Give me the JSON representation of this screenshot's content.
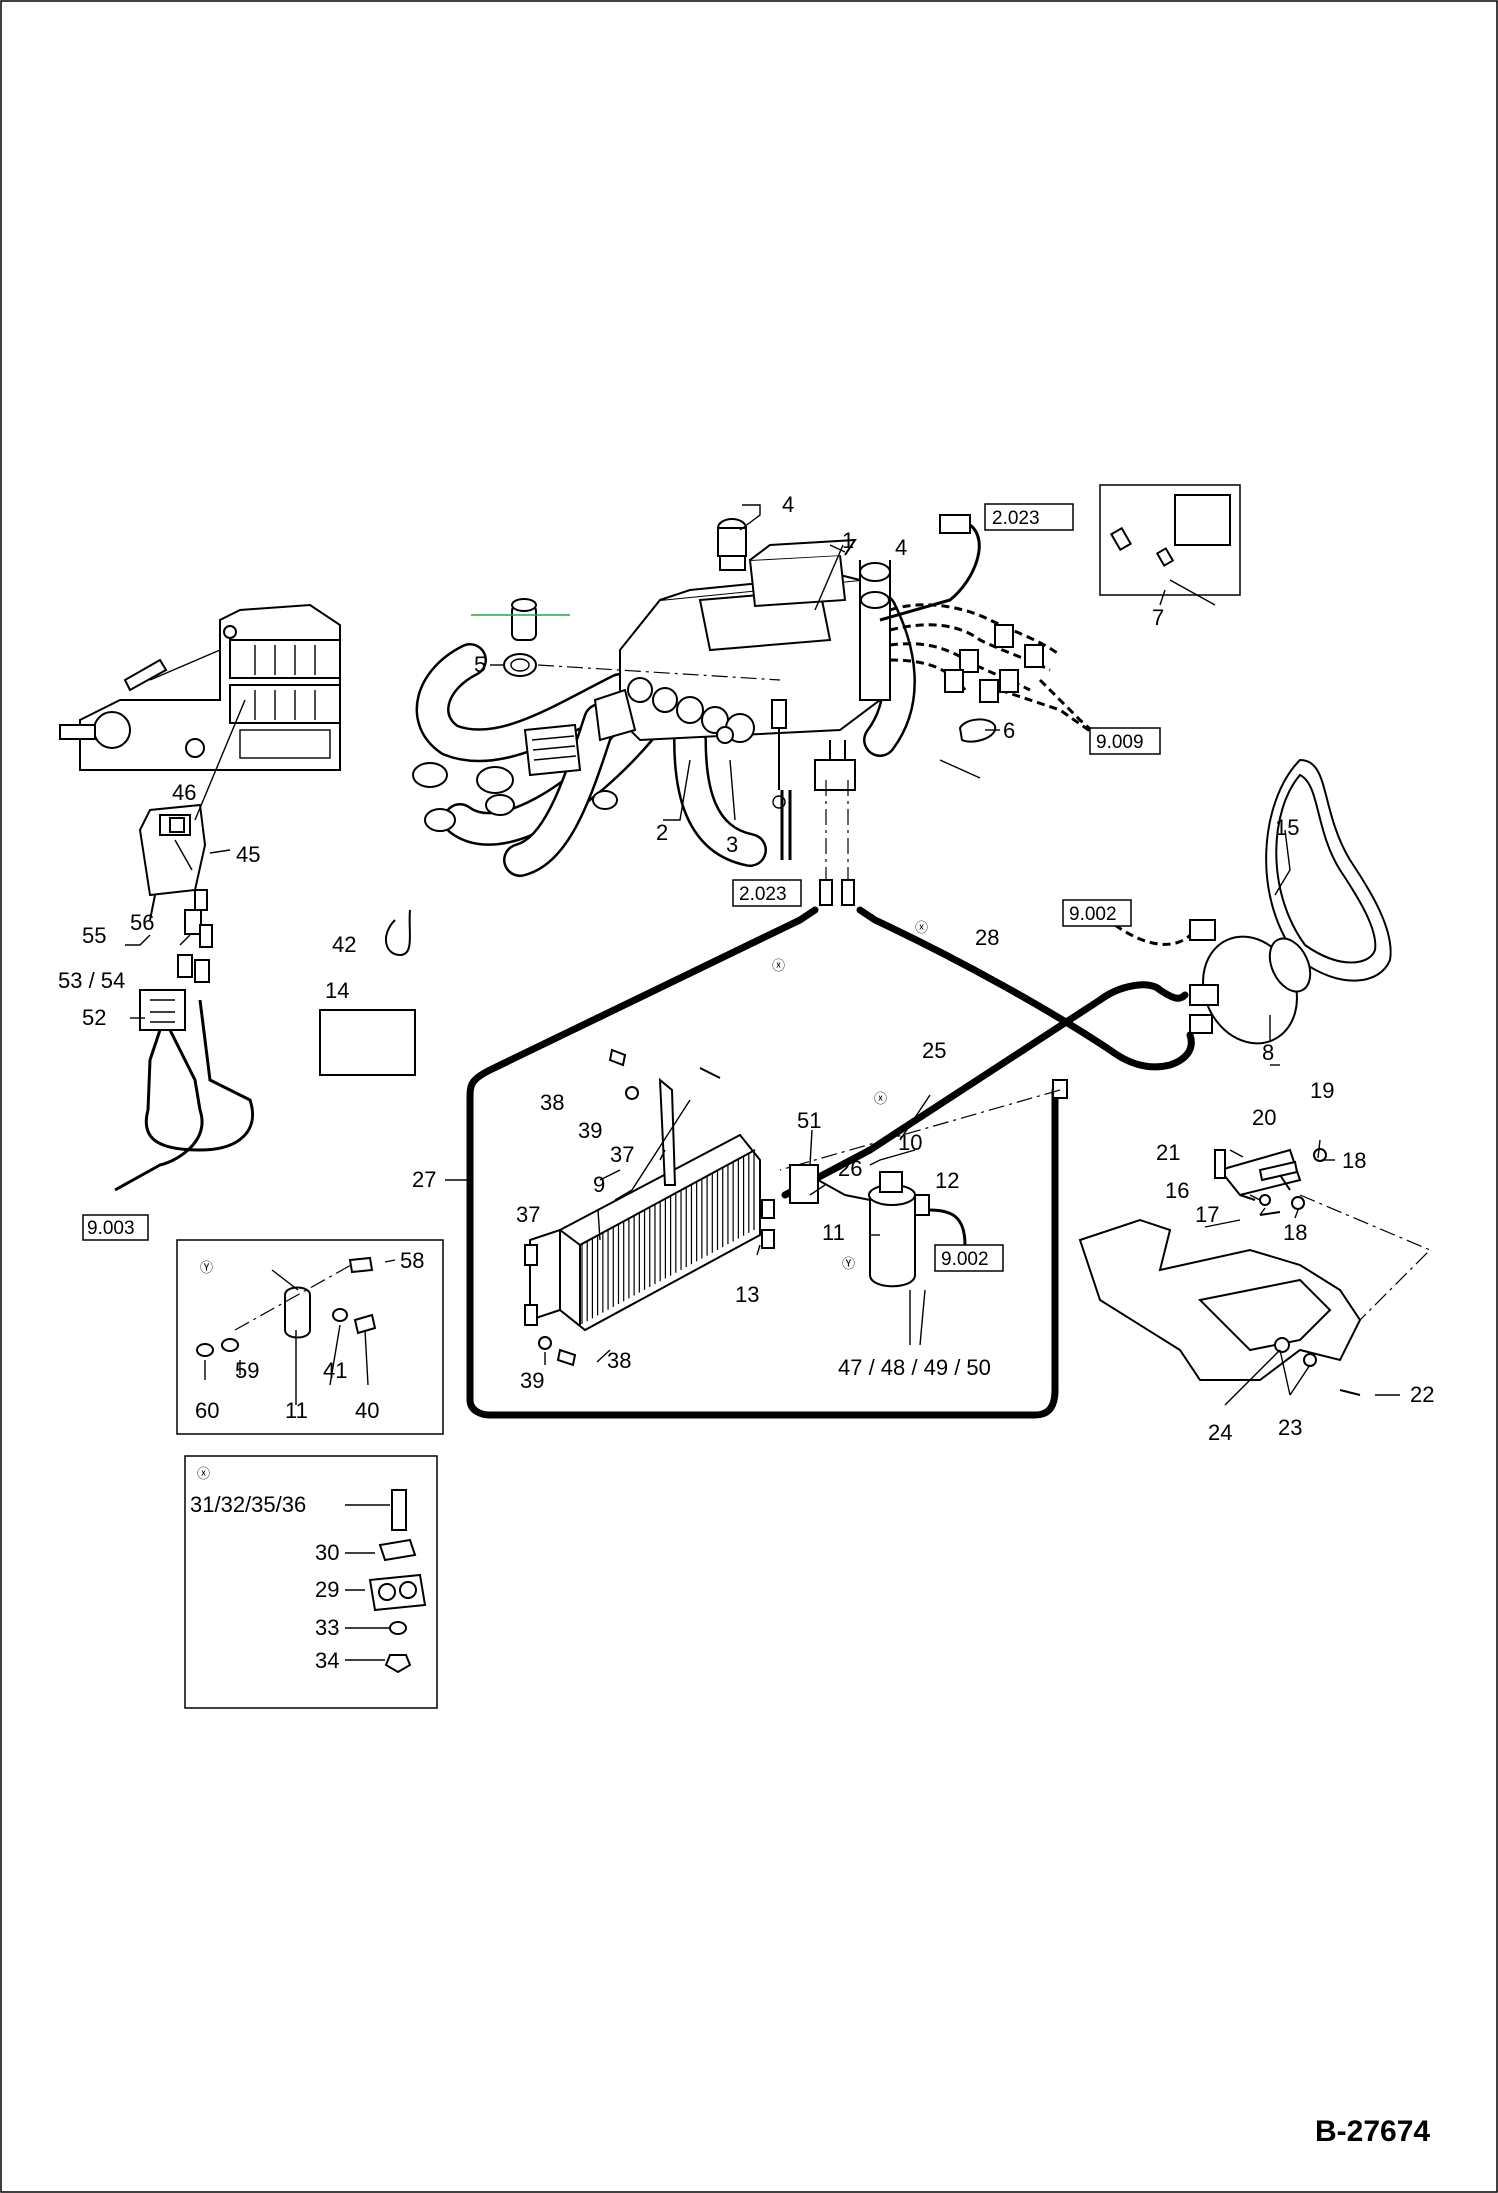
{
  "document_id": "B-27674",
  "part_labels": {
    "p1": "1",
    "p2": "2",
    "p3": "3",
    "p4a": "4",
    "p4b": "4",
    "p5": "5",
    "p6": "6",
    "p7": "7",
    "p8": "8",
    "p9": "9",
    "p10": "10",
    "p11a": "11",
    "p11b": "11",
    "p12": "12",
    "p13": "13",
    "p14": "14",
    "p15": "15",
    "p16": "16",
    "p17": "17",
    "p18a": "18",
    "p18b": "18",
    "p19": "19",
    "p20": "20",
    "p21": "21",
    "p22": "22",
    "p23": "23",
    "p24": "24",
    "p25": "25",
    "p26": "26",
    "p27": "27",
    "p28": "28",
    "p29": "29",
    "p30": "30",
    "p31_36": "31/32/35/36",
    "p33": "33",
    "p34": "34",
    "p37a": "37",
    "p37b": "37",
    "p38a": "38",
    "p38b": "38",
    "p39a": "39",
    "p39b": "39",
    "p40": "40",
    "p41": "41",
    "p42": "42",
    "p45": "45",
    "p46": "46",
    "p47_50": "47 / 48 / 49 / 50",
    "p51": "51",
    "p52": "52",
    "p53_54": "53 / 54",
    "p55": "55",
    "p56": "56",
    "p58": "58",
    "p59": "59",
    "p60": "60"
  },
  "references": {
    "r2023a": "2.023",
    "r2023b": "2.023",
    "r9009": "9.009",
    "r9002a": "9.002",
    "r9002b": "9.002",
    "r9003": "9.003"
  },
  "detail_marks": {
    "cross": "ⓧ",
    "y": "Ⓨ"
  }
}
